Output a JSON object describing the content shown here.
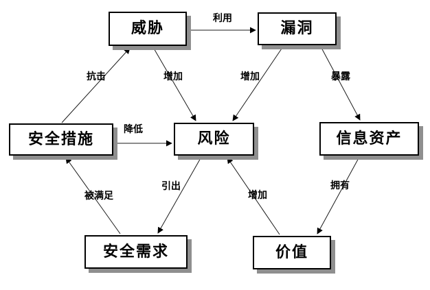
{
  "diagram": {
    "colors": {
      "background": "#ffffff",
      "node_fill": "#ffffff",
      "node_border": "#000000",
      "node_shadow": "#8f8f8f",
      "edge_line": "#1a1a1a",
      "text": "#000000"
    },
    "nodes": {
      "threat": {
        "label": "威胁"
      },
      "vulnerability": {
        "label": "漏洞"
      },
      "safeguards": {
        "label": "安全措施"
      },
      "risk": {
        "label": "风险"
      },
      "assets": {
        "label": "信息资产"
      },
      "requirements": {
        "label": "安全需求"
      },
      "value": {
        "label": "价值"
      }
    },
    "edges": {
      "exploit": {
        "label": "利用",
        "from": "threat",
        "to": "vulnerability"
      },
      "resist": {
        "label": "抗击",
        "from": "safeguards",
        "to": "threat"
      },
      "increase_threat": {
        "label": "增加",
        "from": "threat",
        "to": "risk"
      },
      "increase_vuln": {
        "label": "增加",
        "from": "vulnerability",
        "to": "risk"
      },
      "expose": {
        "label": "暴露",
        "from": "vulnerability",
        "to": "assets"
      },
      "reduce": {
        "label": "降低",
        "from": "safeguards",
        "to": "risk"
      },
      "satisfied": {
        "label": "被满足",
        "from": "requirements",
        "to": "safeguards"
      },
      "derive": {
        "label": "引出",
        "from": "risk",
        "to": "requirements"
      },
      "increase_value": {
        "label": "增加",
        "from": "value",
        "to": "risk"
      },
      "own": {
        "label": "拥有",
        "from": "assets",
        "to": "value"
      }
    }
  }
}
